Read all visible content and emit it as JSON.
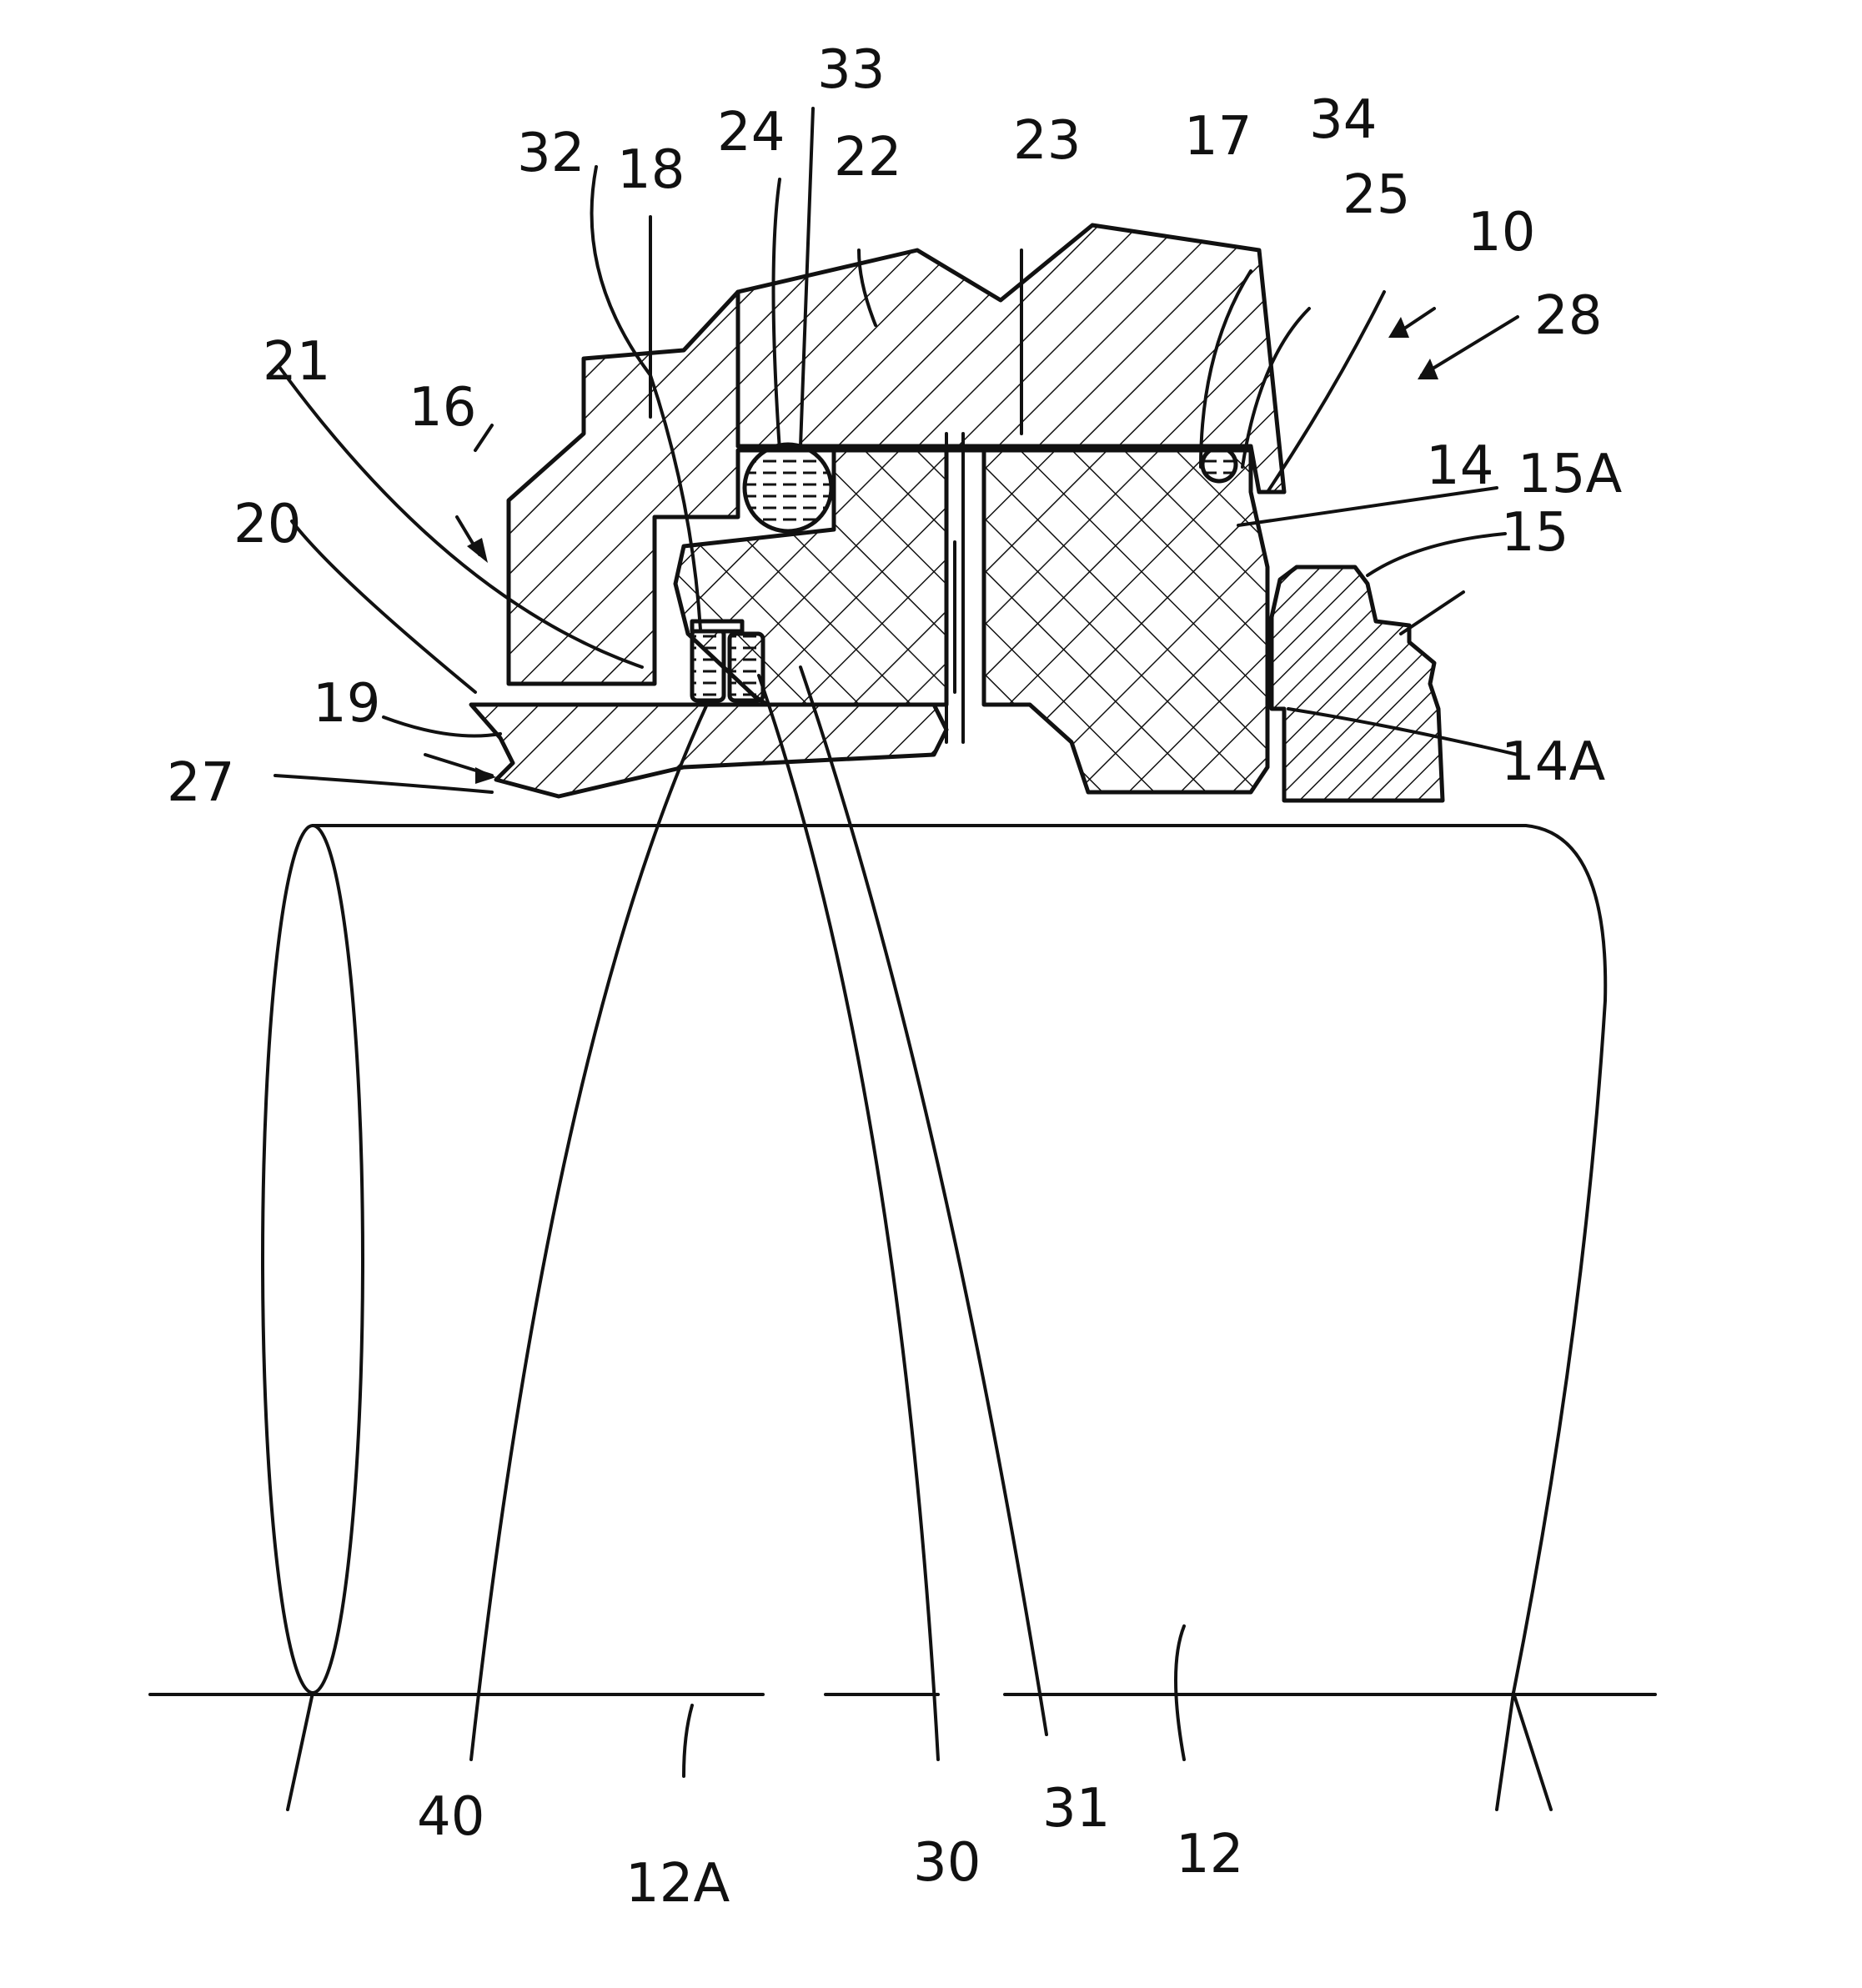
{
  "labels": {
    "l10": "10",
    "l12": "12",
    "l12A": "12A",
    "l14": "14",
    "l14A": "14A",
    "l15": "15",
    "l15A": "15A",
    "l16": "16",
    "l17": "17",
    "l18": "18",
    "l19": "19",
    "l20": "20",
    "l21": "21",
    "l22": "22",
    "l23": "23",
    "l24": "24",
    "l25": "25",
    "l27": "27",
    "l28": "28",
    "l30": "30",
    "l31": "31",
    "l32": "32",
    "l33": "33",
    "l34": "34",
    "l40": "40"
  },
  "colors": {
    "ink": "#111111",
    "background": "#ffffff"
  }
}
